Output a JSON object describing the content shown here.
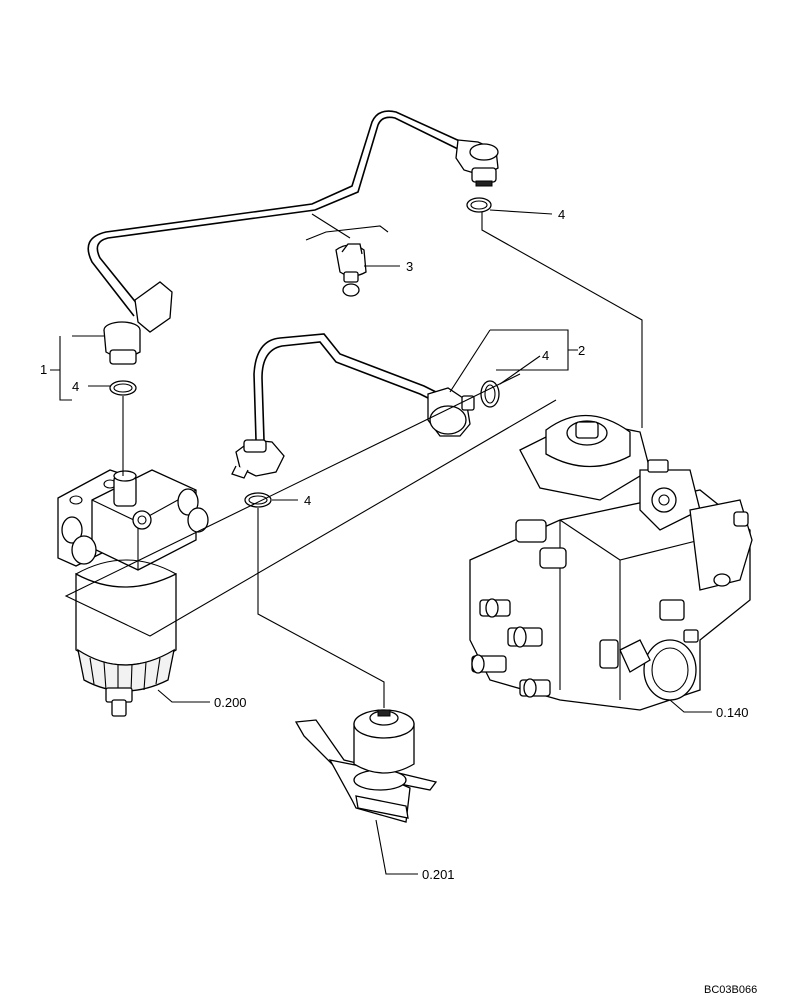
{
  "callouts": {
    "c1": "1",
    "c2": "2",
    "c3": "3",
    "c4_top": "4",
    "c4_left": "4",
    "c4_mid": "4",
    "c4_right": "4",
    "filter_ref": "0.200",
    "lift_pump_ref": "0.201",
    "injection_pump_ref": "0.140"
  },
  "drawing_code": "BC03B066"
}
